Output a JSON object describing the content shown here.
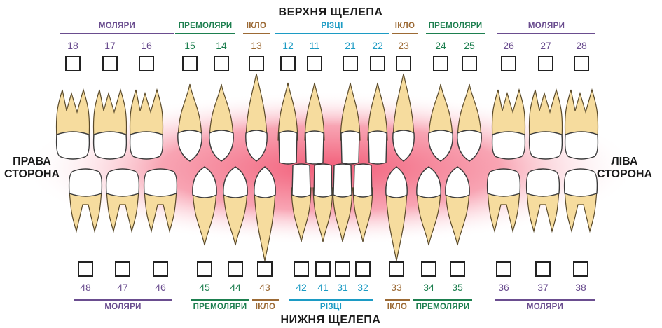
{
  "diagram": {
    "upper_title": "ВЕРХНЯ ЩЕЛЕПА",
    "lower_title": "НИЖНЯ ЩЕЛЕПА",
    "right_side": [
      "ПРАВА",
      "СТОРОНА"
    ],
    "left_side": [
      "ЛІВА",
      "СТОРОНА"
    ],
    "colors": {
      "molar": "#6a4d8f",
      "premolar": "#1d7f4f",
      "canine": "#9c6a35",
      "incisor": "#1c9bc4",
      "tooth_root": "#f6dc9e",
      "tooth_crown": "#ffffff",
      "glow": "#ef4060"
    },
    "upper_groups": [
      {
        "id": "molars-right",
        "label": "МОЛЯРИ",
        "type": "molar"
      },
      {
        "id": "premolars-right",
        "label": "ПРЕМОЛЯРИ",
        "type": "premolar"
      },
      {
        "id": "canine-right",
        "label": "ІКЛО",
        "type": "canine"
      },
      {
        "id": "incisors",
        "label": "РІЗЦІ",
        "type": "incisor"
      },
      {
        "id": "canine-left",
        "label": "ІКЛО",
        "type": "canine"
      },
      {
        "id": "premolars-left",
        "label": "ПРЕМОЛЯРИ",
        "type": "premolar"
      },
      {
        "id": "molars-left",
        "label": "МОЛЯРИ",
        "type": "molar"
      }
    ],
    "lower_groups": [
      {
        "id": "molars-right",
        "label": "МОЛЯРИ",
        "type": "molar"
      },
      {
        "id": "premolars-right",
        "label": "ПРЕМОЛЯРИ",
        "type": "premolar"
      },
      {
        "id": "canine-right",
        "label": "ІКЛО",
        "type": "canine"
      },
      {
        "id": "incisors",
        "label": "РІЗЦІ",
        "type": "incisor"
      },
      {
        "id": "canine-left",
        "label": "ІКЛО",
        "type": "canine"
      },
      {
        "id": "premolars-left",
        "label": "ПРЕМОЛЯРИ",
        "type": "premolar"
      },
      {
        "id": "molars-left",
        "label": "МОЛЯРИ",
        "type": "molar"
      }
    ],
    "upper_teeth": [
      {
        "n": "18",
        "type": "molar"
      },
      {
        "n": "17",
        "type": "molar"
      },
      {
        "n": "16",
        "type": "molar"
      },
      {
        "n": "15",
        "type": "premolar"
      },
      {
        "n": "14",
        "type": "premolar"
      },
      {
        "n": "13",
        "type": "canine"
      },
      {
        "n": "12",
        "type": "incisor"
      },
      {
        "n": "11",
        "type": "incisor"
      },
      {
        "n": "21",
        "type": "incisor"
      },
      {
        "n": "22",
        "type": "incisor"
      },
      {
        "n": "23",
        "type": "canine"
      },
      {
        "n": "24",
        "type": "premolar"
      },
      {
        "n": "25",
        "type": "premolar"
      },
      {
        "n": "26",
        "type": "molar"
      },
      {
        "n": "27",
        "type": "molar"
      },
      {
        "n": "28",
        "type": "molar"
      }
    ],
    "lower_teeth": [
      {
        "n": "48",
        "type": "molar"
      },
      {
        "n": "47",
        "type": "molar"
      },
      {
        "n": "46",
        "type": "molar"
      },
      {
        "n": "45",
        "type": "premolar"
      },
      {
        "n": "44",
        "type": "premolar"
      },
      {
        "n": "43",
        "type": "canine"
      },
      {
        "n": "42",
        "type": "incisor"
      },
      {
        "n": "41",
        "type": "incisor"
      },
      {
        "n": "31",
        "type": "incisor"
      },
      {
        "n": "32",
        "type": "incisor"
      },
      {
        "n": "33",
        "type": "canine"
      },
      {
        "n": "34",
        "type": "premolar"
      },
      {
        "n": "35",
        "type": "premolar"
      },
      {
        "n": "36",
        "type": "molar"
      },
      {
        "n": "37",
        "type": "molar"
      },
      {
        "n": "38",
        "type": "molar"
      }
    ]
  }
}
